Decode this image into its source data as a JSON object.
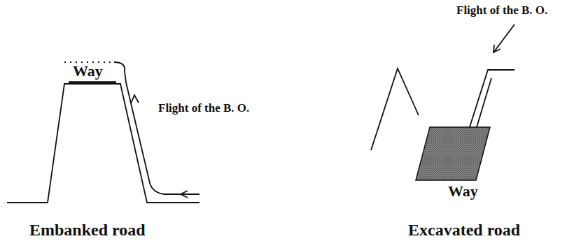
{
  "diagram": {
    "labels": [
      "Flight of the B. O.",
      "Way",
      "Flight of the B. O.",
      "Way",
      "Embanked road",
      "Excavated road"
    ]
  }
}
